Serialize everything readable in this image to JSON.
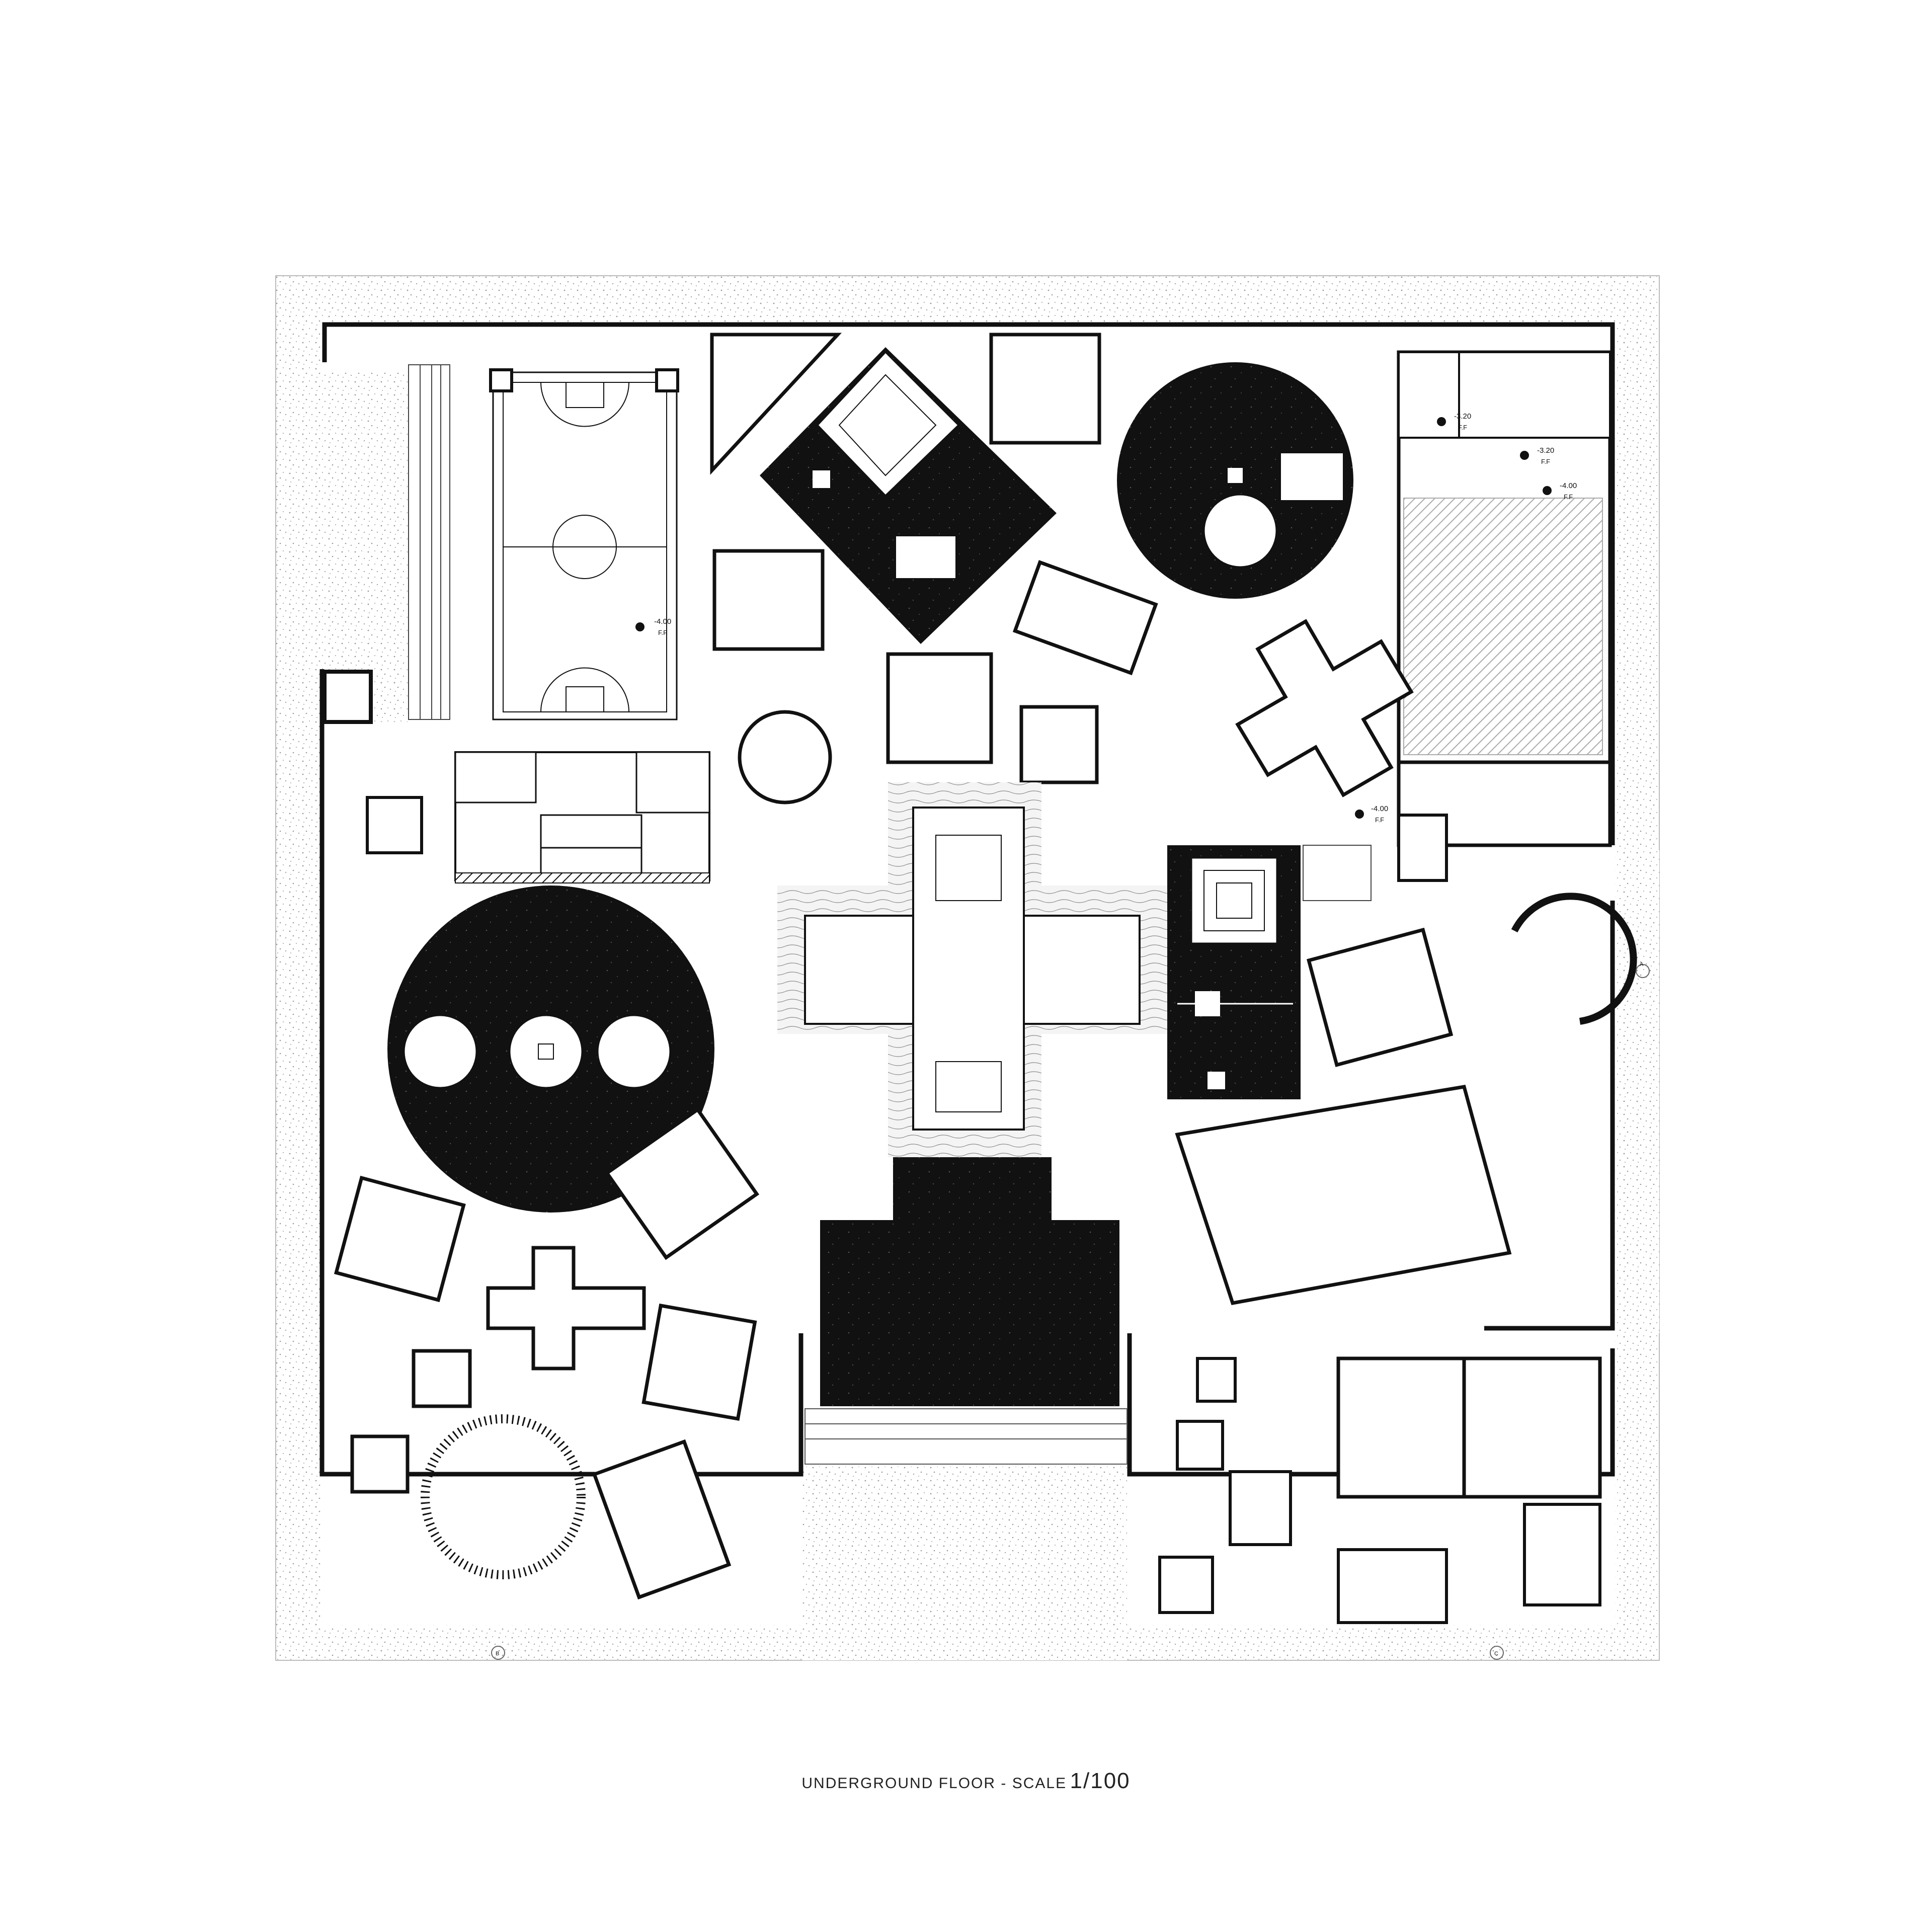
{
  "drawing": {
    "caption_text": "UNDERGROUND FLOOR - SCALE",
    "caption_scale": "1/100"
  },
  "level_marks": [
    {
      "value": "-4.00",
      "sub": "F.F"
    },
    {
      "value": "-3.20",
      "sub": "F.F"
    },
    {
      "value": "-3.20",
      "sub": "F.F"
    },
    {
      "value": "-4.00",
      "sub": "F.F"
    },
    {
      "value": "-4.00",
      "sub": "F.F"
    }
  ],
  "grid_marks": [
    "A",
    "B",
    "C"
  ],
  "colors": {
    "ink": "#111111",
    "paper": "#ffffff",
    "stipple": "#9a9a9a"
  }
}
